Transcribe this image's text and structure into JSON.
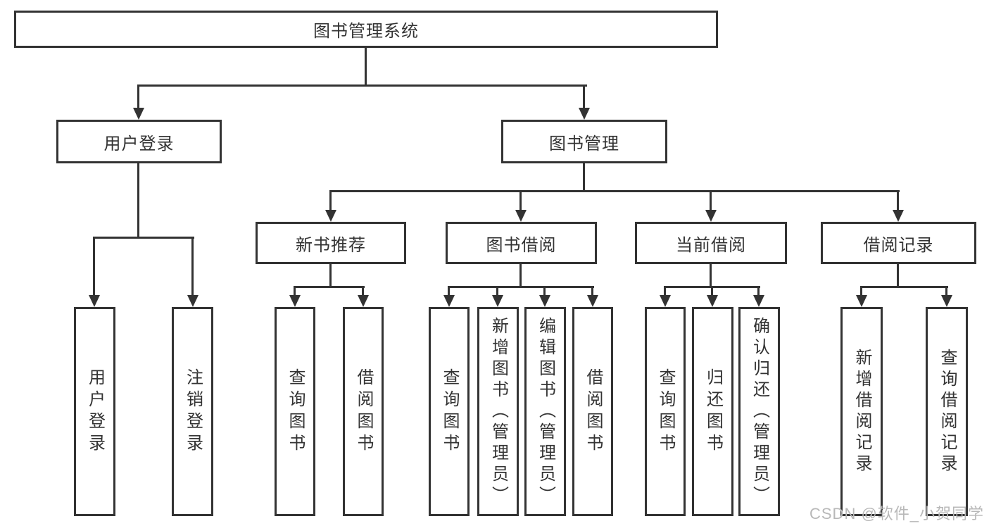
{
  "diagram": {
    "root": "图书管理系统",
    "level2": [
      {
        "id": "user-login",
        "label": "用户登录"
      },
      {
        "id": "book-management",
        "label": "图书管理"
      }
    ],
    "level3": [
      {
        "id": "new-book-recommend",
        "label": "新书推荐"
      },
      {
        "id": "book-borrowing",
        "label": "图书借阅"
      },
      {
        "id": "current-borrowing",
        "label": "当前借阅"
      },
      {
        "id": "borrowing-records",
        "label": "借阅记录"
      }
    ],
    "leaves": {
      "user": [
        "用户登录",
        "注销登录"
      ],
      "recommend": [
        "查询图书",
        "借阅图书"
      ],
      "borrowing": [
        "查询图书",
        "新增图书（管理员）",
        "编辑图书（管理员）",
        "借阅图书"
      ],
      "current": [
        "查询图书",
        "归还图书",
        "确认归还（管理员）"
      ],
      "records": [
        "新增借阅记录",
        "查询借阅记录"
      ]
    }
  },
  "watermark": "CSDN @软件_小贺同学",
  "colors": {
    "line": "#333333",
    "text": "#333333",
    "watermark": "#b8b8b8",
    "background": "#ffffff"
  }
}
